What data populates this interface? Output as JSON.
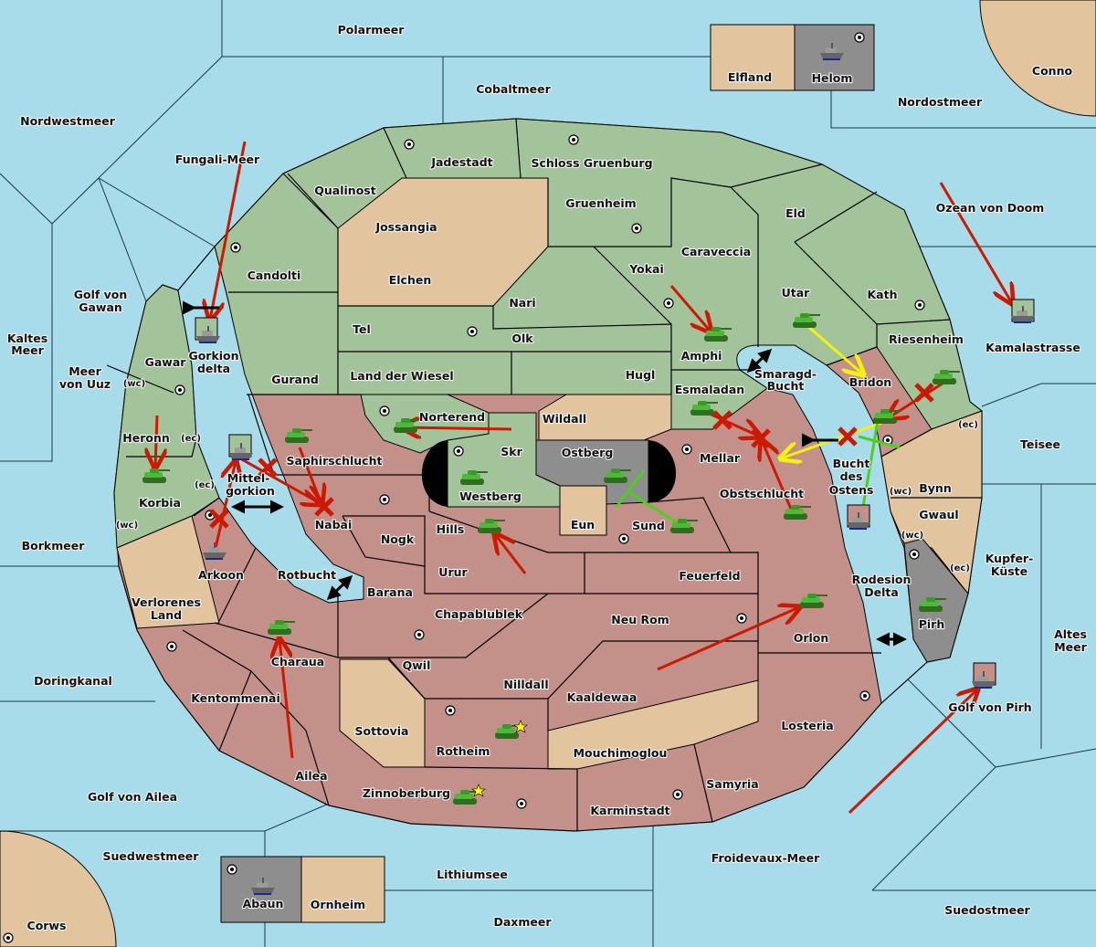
{
  "colors": {
    "water": "#a8dcea",
    "green_power": "#a3c49a",
    "red_power": "#c4918a",
    "neutral": "#e2c59f",
    "gray_power": "#8e8e8e",
    "order_red": "#cc1a00",
    "order_yellow": "#f2f20a",
    "order_green": "#4cd11a"
  },
  "seas": [
    "Polarmeer",
    "Cobaltmeer",
    "Nordwestmeer",
    "Nordostmeer",
    "Fungali-Meer",
    "Ozean von Doom",
    "Kamalastrasse",
    "Teisee",
    "Borkmeer",
    "Doringkanal",
    "Golf von Ailea",
    "Suedwestmeer",
    "Lithiumsee",
    "Daxmeer",
    "Froidevaux-Meer",
    "Suedostmeer",
    "Rotbucht",
    "Golf von Pirh"
  ],
  "multiline": {
    "golf_von_gawan": [
      "Golf von",
      "Gawan"
    ],
    "kaltes_meer": [
      "Kaltes",
      "Meer"
    ],
    "meer_von_uuz": [
      "Meer",
      "von Uuz"
    ],
    "gorkion_delta": [
      "Gorkion",
      "delta"
    ],
    "smaragd_bucht": [
      "Smaragd-",
      "Bucht"
    ],
    "bucht_des_ostens": [
      "Bucht",
      "des",
      "Ostens"
    ],
    "mittel_gorkion": [
      "Mittel-",
      "gorkion"
    ],
    "kupfer_kueste": [
      "Kupfer-",
      "Küste"
    ],
    "rodesion_delta": [
      "Rodesion",
      "Delta"
    ],
    "altes_meer": [
      "Altes",
      "Meer"
    ],
    "verlorenes_land": [
      "Verlorenes",
      "Land"
    ]
  },
  "provinces": [
    "Elfland",
    "Helom",
    "Conno",
    "Jadestadt",
    "Schloss Gruenburg",
    "Qualinost",
    "Gruenheim",
    "Eld",
    "Jossangia",
    "Caraveccia",
    "Yokai",
    "Candolti",
    "Elchen",
    "Utar",
    "Kath",
    "Nari",
    "Tel",
    "Olk",
    "Riesenheim",
    "Amphi",
    "Gawar",
    "Land der Wiesel",
    "Hugl",
    "Gurand",
    "Bridon",
    "Esmaladan",
    "Norterend",
    "Wildall",
    "Heronn",
    "Skr",
    "Ostberg",
    "Mellar",
    "Saphirschlucht",
    "Bynn",
    "Korbia",
    "Westberg",
    "Obstschlucht",
    "Nabai",
    "Eun",
    "Sund",
    "Hills",
    "Gwaul",
    "Nogk",
    "Arkoon",
    "Urur",
    "Feuerfeld",
    "Barana",
    "Chapablublek",
    "Neu Rom",
    "Pirh",
    "Orlon",
    "Charaua",
    "Qwil",
    "Nilldall",
    "Kaaldewaa",
    "Kentommenai",
    "Losteria",
    "Sottovia",
    "Rotheim",
    "Mouchimoglou",
    "Ailea",
    "Samyria",
    "Zinnoberburg",
    "Karminstadt",
    "Abaun",
    "Ornheim",
    "Corws"
  ],
  "coasts": {
    "wc": "(wc)",
    "ec": "(ec)"
  },
  "icons": {
    "army": "tank-icon",
    "fleet": "ship-icon",
    "supply_center": "supply-center-icon",
    "home_center": "star-icon",
    "dislodged": "x-icon"
  }
}
